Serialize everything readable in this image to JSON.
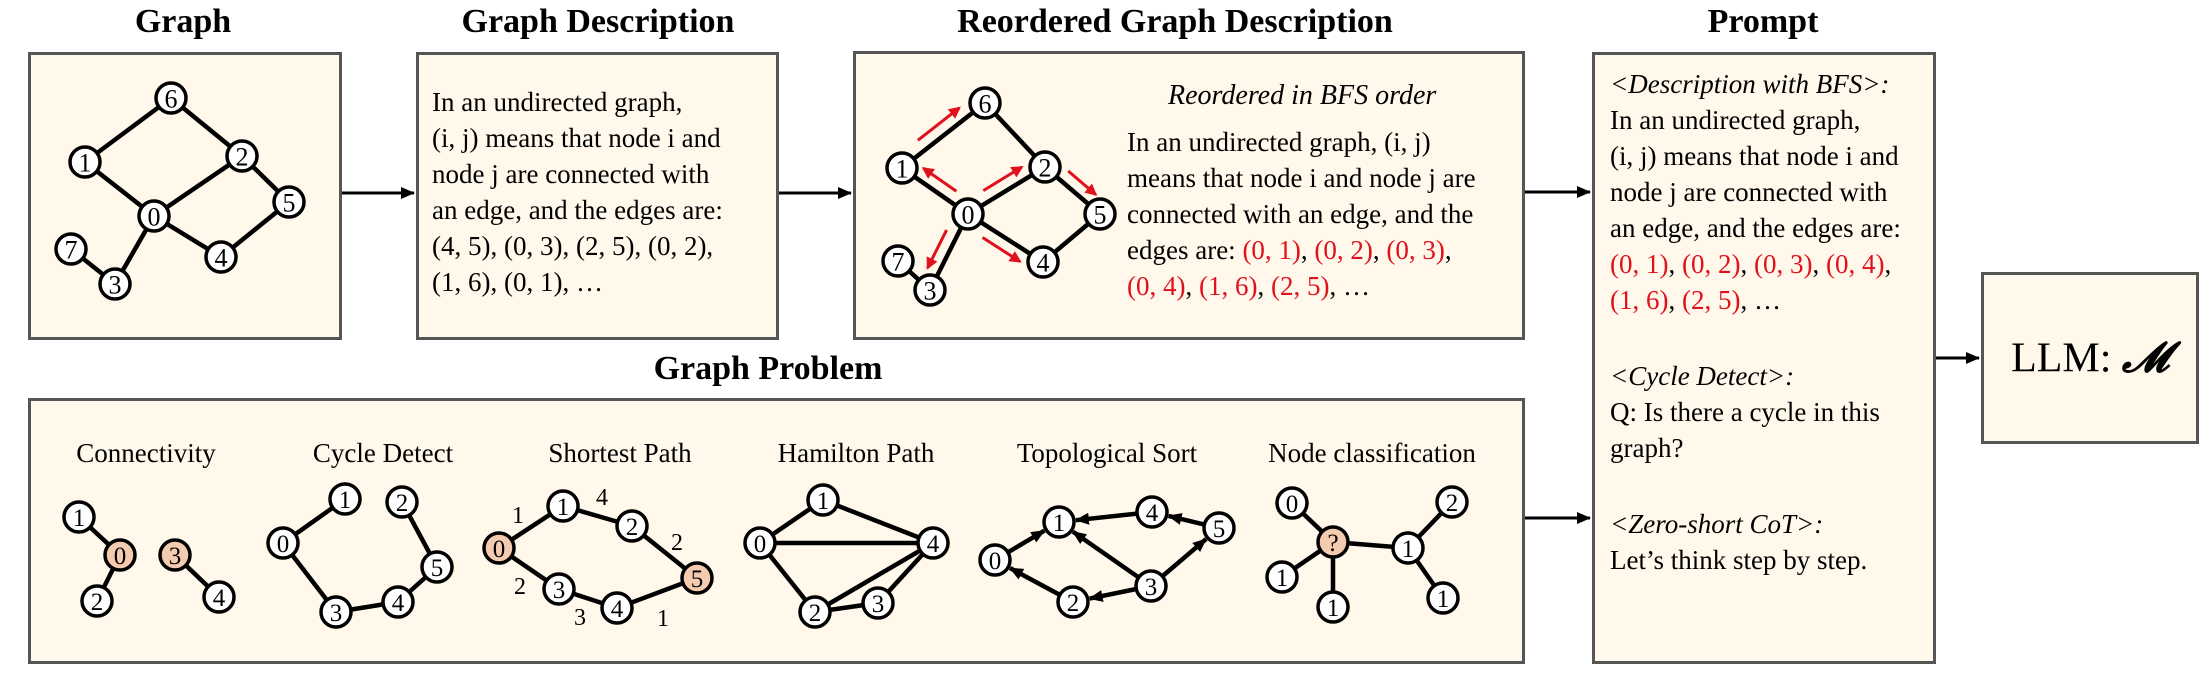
{
  "titles": {
    "graph": "Graph",
    "description": "Graph Description",
    "reordered": "Reordered Graph Description",
    "prompt": "Prompt",
    "problem": "Graph Problem"
  },
  "description": {
    "lines": [
      "In an undirected graph,",
      "(i, j) means that node i and",
      "node j are connected with",
      "an edge, and the edges are:",
      "(4, 5), (0, 3), (2, 5), (0, 2),",
      "(1, 6), (0, 1), …"
    ]
  },
  "reordered": {
    "caption": "Reordered in BFS order",
    "lines": [
      "In an undirected graph, (i, j)",
      "means that node i and node j are",
      "connected with an edge, and the"
    ],
    "edges_prefix": "edges are: ",
    "edges_line1": [
      "(0, 1)",
      "(0, 2)",
      "(0, 3)"
    ],
    "edges_line2": [
      "(0, 4)",
      "(1, 6)",
      "(2, 5)"
    ],
    "sep": ", ",
    "trail1": ",",
    "ellipsis": ", …"
  },
  "prompt": {
    "section1_header": "<Description with BFS>:",
    "section1_lines": [
      "In an undirected graph,",
      "(i, j) means that node i and",
      "node j are connected with",
      "an edge, and the edges are:"
    ],
    "edges_line1": [
      "(0, 1)",
      "(0, 2)",
      "(0, 3)",
      "(0, 4)"
    ],
    "edges_line2": [
      "(1, 6)",
      "(2, 5)"
    ],
    "sep": ", ",
    "trail1": ",",
    "ellipsis": ", …",
    "section2_header": "<Cycle Detect>:",
    "section2_lines": [
      "Q: Is there a cycle in this",
      "graph?"
    ],
    "section3_header": "<Zero-short CoT>:",
    "section3_lines": [
      "Let’s think step by step."
    ]
  },
  "llm": {
    "label": "LLM: ",
    "symbol": "𝓜"
  },
  "colors": {
    "box_bg": "#fff8eb",
    "box_border": "#555555",
    "highlight_node": "#f5cbb0",
    "bfs_arrow": "#e0101c",
    "edge_text": "#e0101c"
  },
  "main_graph": {
    "nodes": [
      "0",
      "1",
      "2",
      "3",
      "4",
      "5",
      "6",
      "7"
    ],
    "edges": [
      [
        "1",
        "6"
      ],
      [
        "6",
        "2"
      ],
      [
        "1",
        "0"
      ],
      [
        "0",
        "2"
      ],
      [
        "2",
        "5"
      ],
      [
        "5",
        "4"
      ],
      [
        "0",
        "4"
      ],
      [
        "0",
        "3"
      ],
      [
        "3",
        "7"
      ]
    ]
  },
  "reordered_graph": {
    "bfs_arrows": [
      [
        "0",
        "1"
      ],
      [
        "0",
        "2"
      ],
      [
        "0",
        "3"
      ],
      [
        "0",
        "4"
      ],
      [
        "1",
        "6"
      ],
      [
        "2",
        "5"
      ]
    ]
  },
  "problems": [
    {
      "key": "connectivity",
      "label": "Connectivity",
      "nodes": [
        {
          "id": "c0",
          "label": "0",
          "highlight": true
        },
        {
          "id": "c1",
          "label": "1",
          "highlight": false
        },
        {
          "id": "c2",
          "label": "2",
          "highlight": false
        },
        {
          "id": "c3",
          "label": "3",
          "highlight": true
        },
        {
          "id": "c4",
          "label": "4",
          "highlight": false
        }
      ],
      "edges": [
        [
          "c1",
          "c0"
        ],
        [
          "c0",
          "c2"
        ],
        [
          "c3",
          "c4"
        ]
      ],
      "directed": false
    },
    {
      "key": "cycle-detect",
      "label": "Cycle Detect",
      "nodes": [
        {
          "id": "y0",
          "label": "0",
          "highlight": false
        },
        {
          "id": "y1",
          "label": "1",
          "highlight": false
        },
        {
          "id": "y2",
          "label": "2",
          "highlight": false
        },
        {
          "id": "y3",
          "label": "3",
          "highlight": false
        },
        {
          "id": "y4",
          "label": "4",
          "highlight": false
        },
        {
          "id": "y5",
          "label": "5",
          "highlight": false
        }
      ],
      "edges": [
        [
          "y0",
          "y1"
        ],
        [
          "y0",
          "y3"
        ],
        [
          "y3",
          "y4"
        ],
        [
          "y4",
          "y5"
        ],
        [
          "y5",
          "y2"
        ]
      ],
      "directed": false
    },
    {
      "key": "shortest-path",
      "label": "Shortest Path",
      "nodes": [
        {
          "id": "s0",
          "label": "0",
          "highlight": true
        },
        {
          "id": "s1",
          "label": "1",
          "highlight": false
        },
        {
          "id": "s2",
          "label": "2",
          "highlight": false
        },
        {
          "id": "s3",
          "label": "3",
          "highlight": false
        },
        {
          "id": "s4",
          "label": "4",
          "highlight": false
        },
        {
          "id": "s5",
          "label": "5",
          "highlight": true
        }
      ],
      "edges": [
        [
          "s0",
          "s1"
        ],
        [
          "s1",
          "s2"
        ],
        [
          "s2",
          "s5"
        ],
        [
          "s0",
          "s3"
        ],
        [
          "s3",
          "s4"
        ],
        [
          "s4",
          "s5"
        ]
      ],
      "weights": [
        "1",
        "4",
        "2",
        "2",
        "3",
        "1"
      ],
      "directed": false
    },
    {
      "key": "hamilton-path",
      "label": "Hamilton Path",
      "nodes": [
        {
          "id": "h0",
          "label": "0",
          "highlight": false
        },
        {
          "id": "h1",
          "label": "1",
          "highlight": false
        },
        {
          "id": "h2",
          "label": "2",
          "highlight": false
        },
        {
          "id": "h3",
          "label": "3",
          "highlight": false
        },
        {
          "id": "h4",
          "label": "4",
          "highlight": false
        }
      ],
      "edges": [
        [
          "h0",
          "h1"
        ],
        [
          "h1",
          "h4"
        ],
        [
          "h0",
          "h4"
        ],
        [
          "h0",
          "h2"
        ],
        [
          "h2",
          "h4"
        ],
        [
          "h2",
          "h3"
        ],
        [
          "h3",
          "h4"
        ]
      ],
      "directed": false
    },
    {
      "key": "topological-sort",
      "label": "Topological Sort",
      "nodes": [
        {
          "id": "t0",
          "label": "0",
          "highlight": false
        },
        {
          "id": "t1",
          "label": "1",
          "highlight": false
        },
        {
          "id": "t2",
          "label": "2",
          "highlight": false
        },
        {
          "id": "t3",
          "label": "3",
          "highlight": false
        },
        {
          "id": "t4",
          "label": "4",
          "highlight": false
        },
        {
          "id": "t5",
          "label": "5",
          "highlight": false
        }
      ],
      "edges": [
        [
          "t0",
          "t1"
        ],
        [
          "t2",
          "t0"
        ],
        [
          "t3",
          "t2"
        ],
        [
          "t3",
          "t1"
        ],
        [
          "t4",
          "t1"
        ],
        [
          "t3",
          "t5"
        ],
        [
          "t5",
          "t4"
        ]
      ],
      "directed": true
    },
    {
      "key": "node-classification",
      "label": "Node classification",
      "nodes": [
        {
          "id": "n0",
          "label": "0",
          "highlight": false
        },
        {
          "id": "nq",
          "label": "?",
          "highlight": true
        },
        {
          "id": "na",
          "label": "1",
          "highlight": false
        },
        {
          "id": "nb",
          "label": "1",
          "highlight": false
        },
        {
          "id": "nc",
          "label": "1",
          "highlight": false
        },
        {
          "id": "n2",
          "label": "2",
          "highlight": false
        },
        {
          "id": "nd",
          "label": "1",
          "highlight": false
        }
      ],
      "edges": [
        [
          "n0",
          "nq"
        ],
        [
          "na",
          "nq"
        ],
        [
          "nq",
          "nb"
        ],
        [
          "nq",
          "nc"
        ],
        [
          "nc",
          "n2"
        ],
        [
          "nc",
          "nd"
        ]
      ],
      "directed": false
    }
  ]
}
